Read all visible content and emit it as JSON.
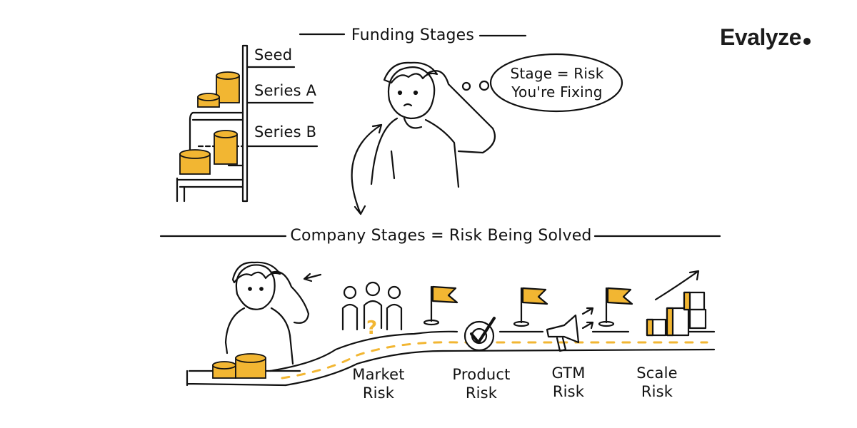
{
  "brand": {
    "logo_text": "Evalyze",
    "logo_dot": "."
  },
  "colors": {
    "accent": "#F2B632",
    "ink": "#111111",
    "background": "#FFFFFF"
  },
  "funding_section": {
    "title": "Funding Stages",
    "ladder_rungs": [
      {
        "label": "Seed"
      },
      {
        "label": "Series A"
      },
      {
        "label": "Series B"
      }
    ],
    "thought_bubble": {
      "line1": "Stage = Risk",
      "line2": "You're Fixing"
    }
  },
  "company_section": {
    "title": "Company Stages = Risk Being Solved",
    "milestones": [
      {
        "line1": "Market",
        "line2": "Risk",
        "icon": "people-question-icon"
      },
      {
        "line1": "Product",
        "line2": "Risk",
        "icon": "gear-check-icon"
      },
      {
        "line1": "GTM",
        "line2": "Risk",
        "icon": "megaphone-icon"
      },
      {
        "line1": "Scale",
        "line2": "Risk",
        "icon": "growing-blocks-icon"
      }
    ]
  }
}
